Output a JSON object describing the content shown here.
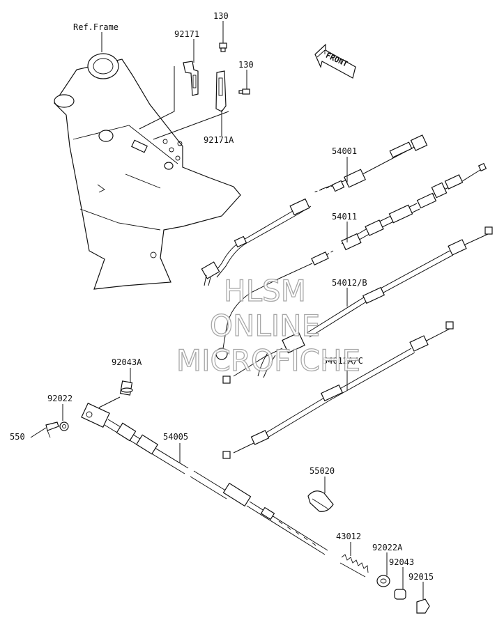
{
  "diagram": {
    "ref_frame_label": "Ref.Frame",
    "front_label": "FRONT",
    "parts": {
      "p130_top": "130",
      "p92171": "92171",
      "p130_mid": "130",
      "p92171A": "92171A",
      "p54001": "54001",
      "p54011": "54011",
      "p54012B": "54012/B",
      "p54012AC": "54012A/C",
      "p92043A": "92043A",
      "p92022": "92022",
      "p550": "550",
      "p54005": "54005",
      "p55020": "55020",
      "p43012": "43012",
      "p92022A": "92022A",
      "p92043": "92043",
      "p92015": "92015"
    }
  },
  "watermark": {
    "line1": "HLSM",
    "line2": "ONLINE",
    "line3": "MICROFICHE"
  }
}
